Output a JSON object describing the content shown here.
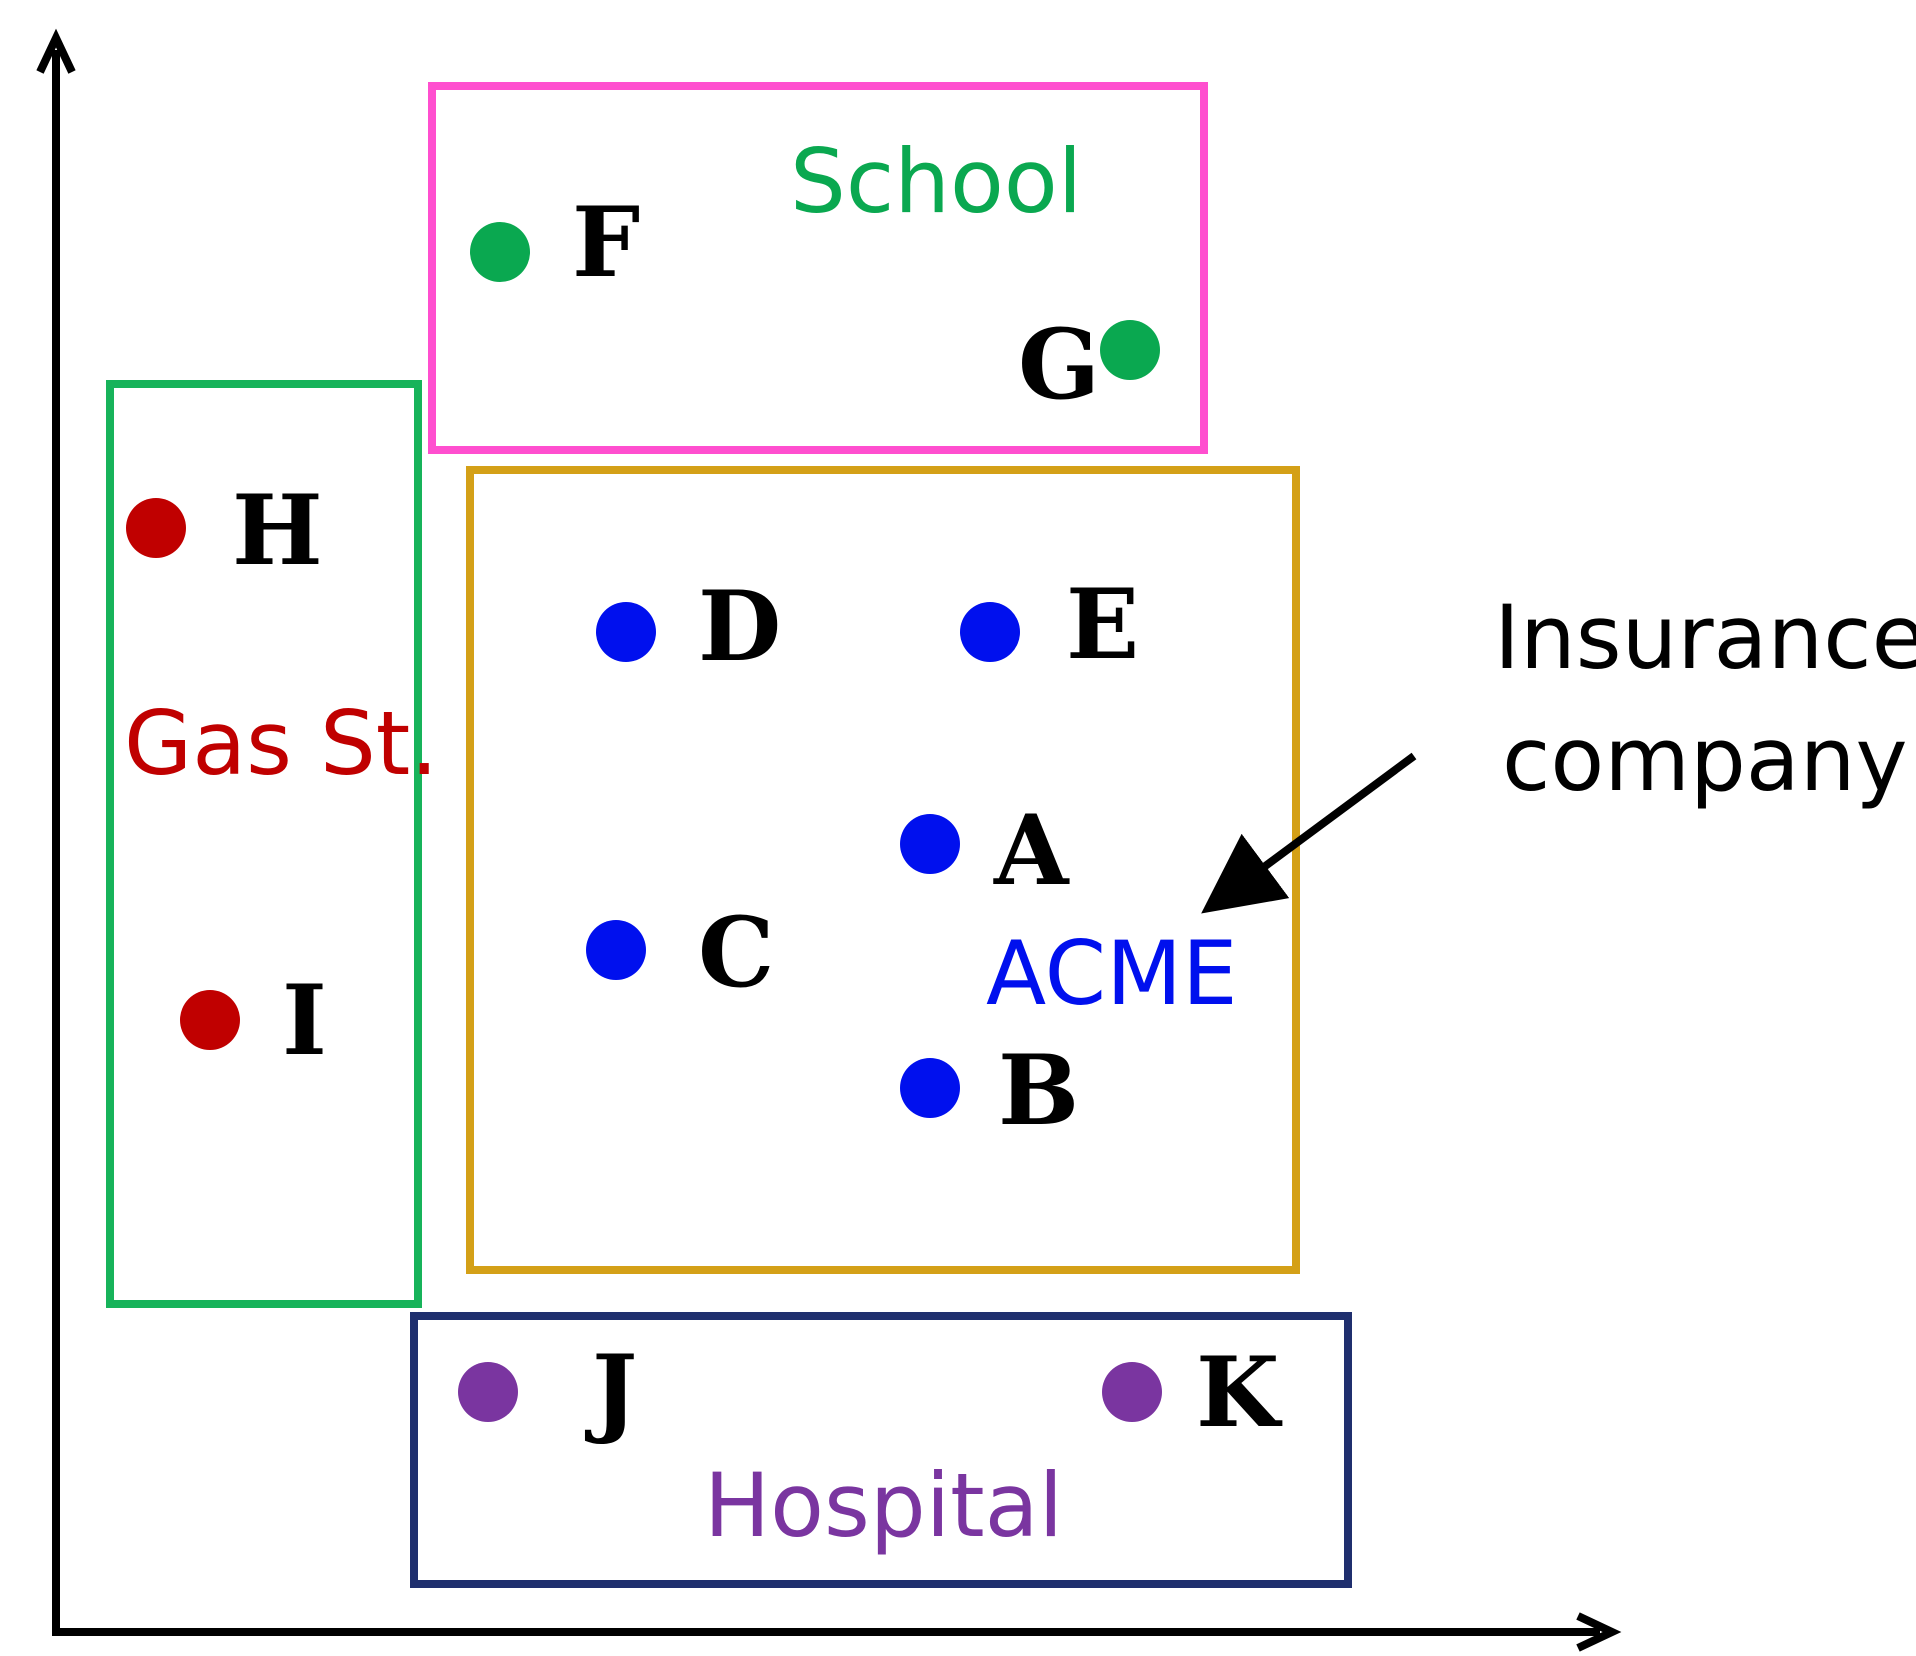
{
  "colors": {
    "axis": "#000000",
    "school_box": "#ff4fcf",
    "gas_box": "#17b35a",
    "acme_box": "#d4a017",
    "hospital_box": "#1f2f6e",
    "school_points": "#0aa850",
    "gas_points": "#c00000",
    "acme_points": "#0010ee",
    "hospital_points": "#7a35a0"
  },
  "groups": {
    "school": {
      "label": "School",
      "label_color": "#0aa850",
      "points": [
        "F",
        "G"
      ]
    },
    "gas": {
      "label": "Gas St.",
      "label_color": "#c00000",
      "points": [
        "H",
        "I"
      ]
    },
    "acme": {
      "label": "ACME",
      "label_color": "#0010ee",
      "points": [
        "A",
        "B",
        "C",
        "D",
        "E"
      ]
    },
    "hospital": {
      "label": "Hospital",
      "label_color": "#7a35a0",
      "points": [
        "J",
        "K"
      ]
    }
  },
  "annotation": {
    "line1": "Insurance",
    "line2": "company",
    "arrow_icon": "arrow-icon"
  }
}
